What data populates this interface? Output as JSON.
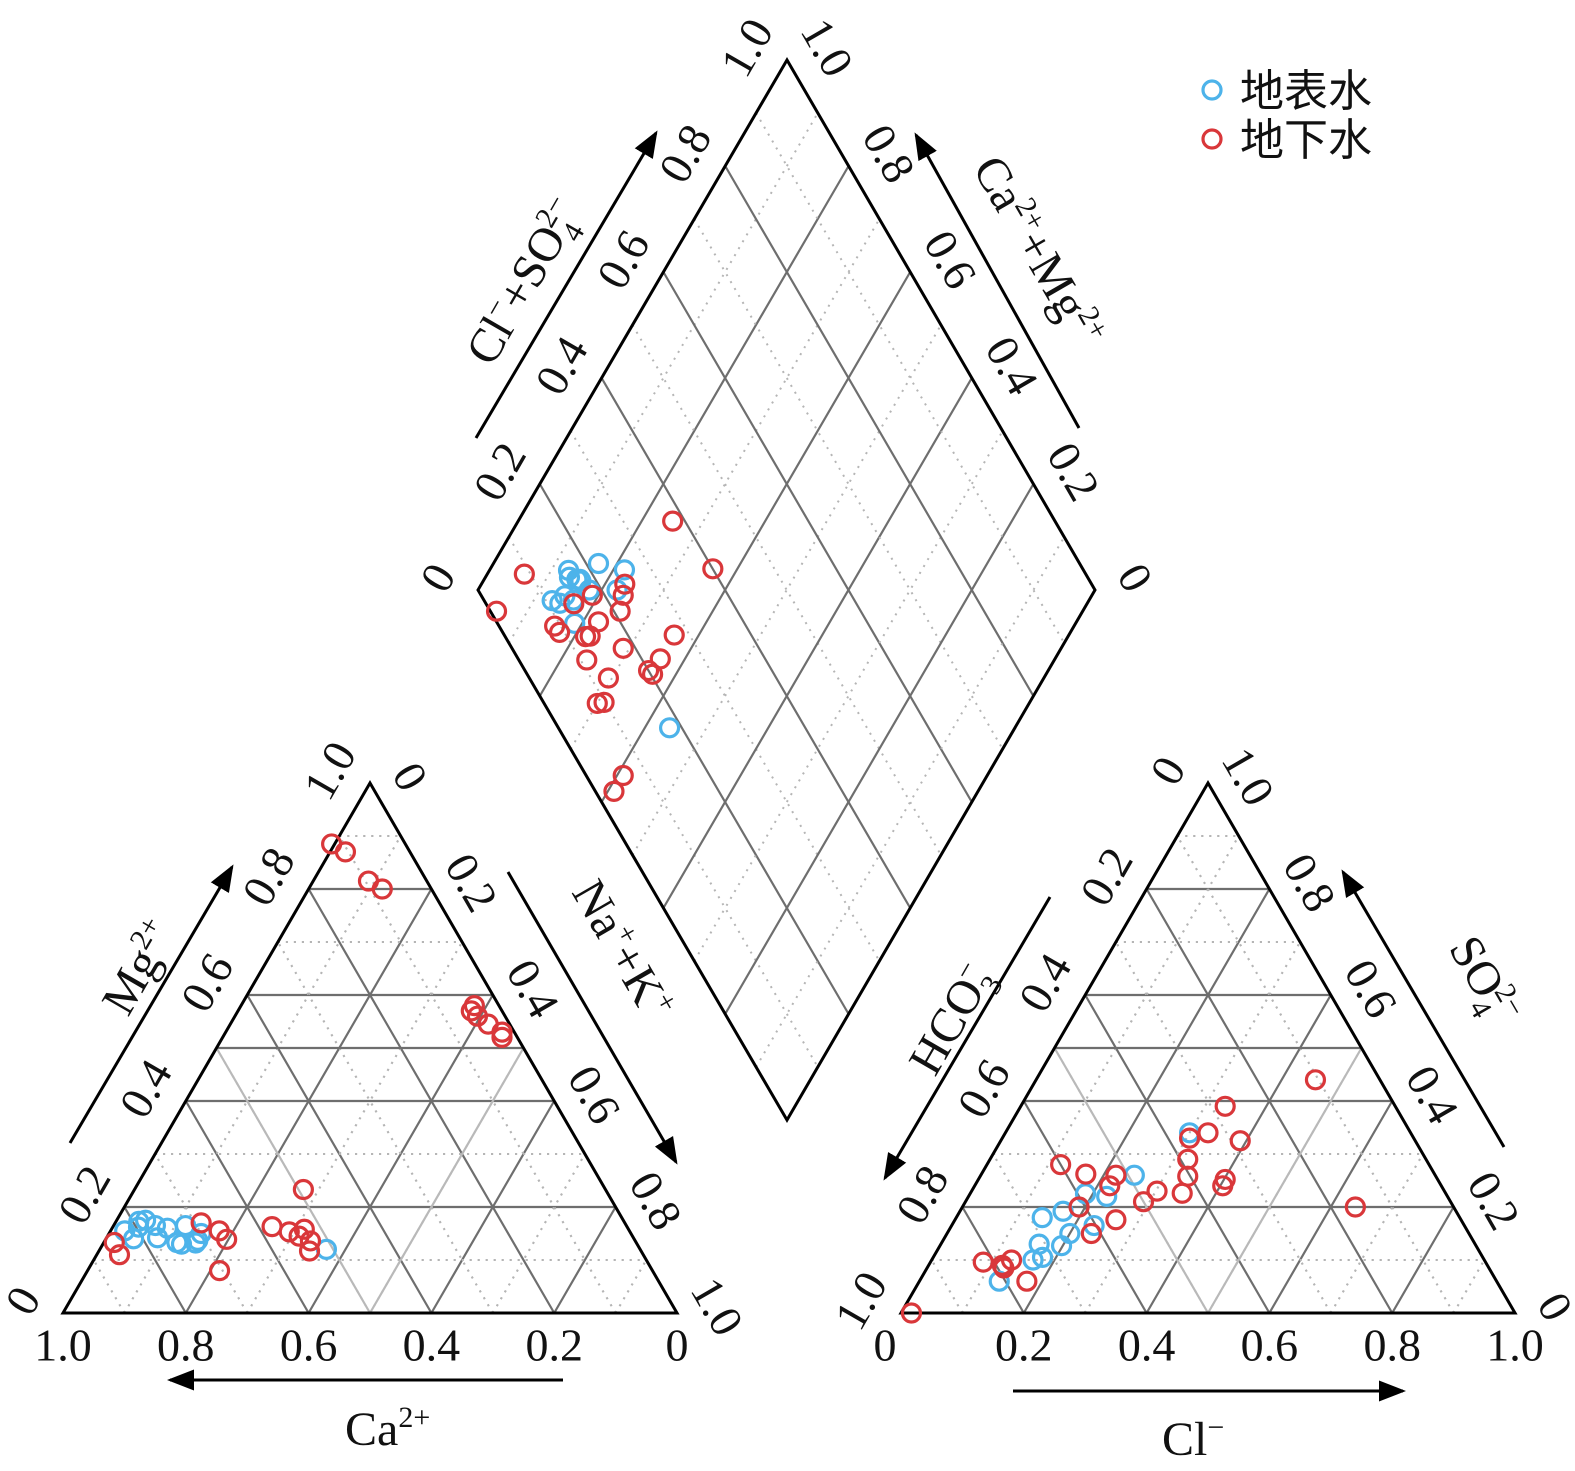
{
  "colors": {
    "surface": "#4db3ea",
    "ground": "#d9373a",
    "major_grid": "#6e6e6e",
    "minor_grid": "#b5b5b5"
  },
  "legend": {
    "items": [
      {
        "key": "surface",
        "label": "地表水",
        "color": "#4db3ea"
      },
      {
        "key": "ground",
        "label": "地下水",
        "color": "#d9373a"
      }
    ]
  },
  "chart_data": [
    {
      "type": "scatter",
      "chart": "cation-ternary",
      "axes": {
        "ca": {
          "title": "Ca",
          "superscript": "2+",
          "ticks": [
            "1.0",
            "0.8",
            "0.6",
            "0.4",
            "0.2",
            "0"
          ]
        },
        "mg": {
          "title": "Mg",
          "superscript": "2+",
          "ticks": [
            "0",
            "0.2",
            "0.4",
            "0.6",
            "0.8",
            "1.0"
          ]
        },
        "na_k": {
          "title_parts": [
            "Na",
            "+",
            "+K",
            "+"
          ],
          "ticks": [
            "0",
            "0.2",
            "0.4",
            "0.6",
            "0.8",
            "1.0"
          ]
        }
      },
      "series": [
        {
          "name": "地表水",
          "points": [
            {
              "ca": 0.815,
              "mg": 0.14
            },
            {
              "ca": 0.822,
              "mg": 0.155
            },
            {
              "ca": 0.796,
              "mg": 0.162
            },
            {
              "ca": 0.79,
              "mg": 0.173
            },
            {
              "ca": 0.778,
              "mg": 0.175
            },
            {
              "ca": 0.767,
              "mg": 0.165
            },
            {
              "ca": 0.775,
              "mg": 0.142
            },
            {
              "ca": 0.75,
              "mg": 0.16
            },
            {
              "ca": 0.748,
              "mg": 0.133
            },
            {
              "ca": 0.742,
              "mg": 0.13
            },
            {
              "ca": 0.718,
              "mg": 0.165
            },
            {
              "ca": 0.718,
              "mg": 0.132
            },
            {
              "ca": 0.712,
              "mg": 0.137
            },
            {
              "ca": 0.7,
              "mg": 0.15
            },
            {
              "ca": 0.511,
              "mg": 0.12
            }
          ]
        },
        {
          "name": "地下水",
          "points": [
            {
              "ca": 0.85,
              "mg": 0.133
            },
            {
              "ca": 0.853,
              "mg": 0.11
            },
            {
              "ca": 0.705,
              "mg": 0.08
            },
            {
              "ca": 0.69,
              "mg": 0.17
            },
            {
              "ca": 0.668,
              "mg": 0.155
            },
            {
              "ca": 0.664,
              "mg": 0.139
            },
            {
              "ca": 0.578,
              "mg": 0.163
            },
            {
              "ca": 0.543,
              "mg": 0.145
            },
            {
              "ca": 0.555,
              "mg": 0.153
            },
            {
              "ca": 0.54,
              "mg": 0.117
            },
            {
              "ca": 0.529,
              "mg": 0.136
            },
            {
              "ca": 0.528,
              "mg": 0.158
            },
            {
              "ca": 0.492,
              "mg": 0.233
            },
            {
              "ca": 0.12,
              "mg": 0.885
            },
            {
              "ca": 0.105,
              "mg": 0.87
            },
            {
              "ca": 0.08,
              "mg": 0.8
            },
            {
              "ca": 0.095,
              "mg": 0.815
            },
            {
              "ca": 0.04,
              "mg": 0.58
            },
            {
              "ca": 0.045,
              "mg": 0.56
            },
            {
              "ca": 0.05,
              "mg": 0.57
            },
            {
              "ca": 0.035,
              "mg": 0.545
            },
            {
              "ca": 0.02,
              "mg": 0.53
            },
            {
              "ca": 0.025,
              "mg": 0.52
            }
          ]
        }
      ]
    },
    {
      "type": "scatter",
      "chart": "anion-ternary",
      "axes": {
        "cl": {
          "title": "Cl",
          "superscript": "−",
          "ticks": [
            "0",
            "0.2",
            "0.4",
            "0.6",
            "0.8",
            "1.0"
          ]
        },
        "hco3": {
          "title_parts": [
            "HCO",
            "3",
            "−"
          ],
          "ticks": [
            "1.0",
            "0.8",
            "0.6",
            "0.4",
            "0.2",
            "0"
          ]
        },
        "so4": {
          "title_parts": [
            "SO",
            "4",
            "2−"
          ],
          "ticks": [
            "0",
            "0.2",
            "0.4",
            "0.6",
            "0.8",
            "1.0"
          ]
        }
      },
      "series": [
        {
          "name": "地表水",
          "points": [
            {
              "cl": 0.13,
              "so4": 0.06
            },
            {
              "cl": 0.165,
              "so4": 0.1
            },
            {
              "cl": 0.16,
              "so4": 0.13
            },
            {
              "cl": 0.178,
              "so4": 0.105
            },
            {
              "cl": 0.14,
              "so4": 0.18
            },
            {
              "cl": 0.168,
              "so4": 0.192
            },
            {
              "cl": 0.2,
              "so4": 0.15
            },
            {
              "cl": 0.198,
              "so4": 0.127
            },
            {
              "cl": 0.188,
              "so4": 0.225
            },
            {
              "cl": 0.232,
              "so4": 0.165
            },
            {
              "cl": 0.225,
              "so4": 0.22
            },
            {
              "cl": 0.25,
              "so4": 0.26
            },
            {
              "cl": 0.3,
              "so4": 0.34
            }
          ]
        },
        {
          "name": "地下水",
          "points": [
            {
              "cl": 0.017,
              "so4": 0.0
            },
            {
              "cl": 0.086,
              "so4": 0.096
            },
            {
              "cl": 0.13,
              "so4": 0.1
            },
            {
              "cl": 0.125,
              "so4": 0.085
            },
            {
              "cl": 0.12,
              "so4": 0.09
            },
            {
              "cl": 0.175,
              "so4": 0.06
            },
            {
              "cl": 0.12,
              "so4": 0.28
            },
            {
              "cl": 0.17,
              "so4": 0.262
            },
            {
              "cl": 0.19,
              "so4": 0.2
            },
            {
              "cl": 0.22,
              "so4": 0.26
            },
            {
              "cl": 0.22,
              "so4": 0.24
            },
            {
              "cl": 0.235,
              "so4": 0.15
            },
            {
              "cl": 0.262,
              "so4": 0.176
            },
            {
              "cl": 0.29,
              "so4": 0.21
            },
            {
              "cl": 0.302,
              "so4": 0.23
            },
            {
              "cl": 0.305,
              "so4": 0.33
            },
            {
              "cl": 0.322,
              "so4": 0.29
            },
            {
              "cl": 0.33,
              "so4": 0.34
            },
            {
              "cl": 0.338,
              "so4": 0.258
            },
            {
              "cl": 0.345,
              "so4": 0.226
            },
            {
              "cl": 0.402,
              "so4": 0.252
            },
            {
              "cl": 0.404,
              "so4": 0.24
            },
            {
              "cl": 0.333,
              "so4": 0.39
            },
            {
              "cl": 0.39,
              "so4": 0.325
            },
            {
              "cl": 0.455,
              "so4": 0.44
            },
            {
              "cl": 0.64,
              "so4": 0.2
            }
          ]
        }
      ]
    },
    {
      "type": "scatter",
      "chart": "piper-diamond",
      "axes": {
        "cl_so4": {
          "title_parts": [
            "Cl",
            "−",
            "+SO",
            "4",
            "2−"
          ],
          "ticks": [
            "0",
            "0.2",
            "0.4",
            "0.6",
            "0.8",
            "1.0"
          ]
        },
        "ca_mg": {
          "title_parts": [
            "Ca",
            "2+",
            "+Mg",
            "2+"
          ],
          "ticks": [
            "0",
            "0.2",
            "0.4",
            "0.6",
            "0.8",
            "1.0"
          ]
        }
      },
      "series": [
        {
          "name": "地表水",
          "points": [
            {
              "cl_so4": 0.256,
              "ca_mg": 0.782
            },
            {
              "cl_so4": 0.225,
              "ca_mg": 0.775
            },
            {
              "cl_so4": 0.22,
              "ca_mg": 0.83
            },
            {
              "cl_so4": 0.18,
              "ca_mg": 0.82
            },
            {
              "cl_so4": 0.175,
              "ca_mg": 0.842
            },
            {
              "cl_so4": 0.175,
              "ca_mg": 0.845
            },
            {
              "cl_so4": 0.17,
              "ca_mg": 0.85
            },
            {
              "cl_so4": 0.165,
              "ca_mg": 0.872
            },
            {
              "cl_so4": 0.16,
              "ca_mg": 0.864
            },
            {
              "cl_so4": 0.145,
              "ca_mg": 0.836
            },
            {
              "cl_so4": 0.135,
              "ca_mg": 0.854
            },
            {
              "cl_so4": 0.125,
              "ca_mg": 0.812
            },
            {
              "cl_so4": 0.12,
              "ca_mg": 0.855
            },
            {
              "cl_so4": 0.11,
              "ca_mg": 0.87
            },
            {
              "cl_so4": 0.18,
              "ca_mg": 0.56
            }
          ]
        },
        {
          "name": "地下水",
          "points": [
            {
              "cl_so4": 0.38,
              "ca_mg": 0.75
            },
            {
              "cl_so4": 0.275,
              "ca_mg": 0.64
            },
            {
              "cl_so4": 0.243,
              "ca_mg": 0.768
            },
            {
              "cl_so4": 0.23,
              "ca_mg": 0.76
            },
            {
              "cl_so4": 0.23,
              "ca_mg": 0.64
            },
            {
              "cl_so4": 0.21,
              "ca_mg": 0.75
            },
            {
              "cl_so4": 0.203,
              "ca_mg": 0.638
            },
            {
              "cl_so4": 0.2,
              "ca_mg": 0.648
            },
            {
              "cl_so4": 0.18,
              "ca_mg": 0.81
            },
            {
              "cl_so4": 0.18,
              "ca_mg": 0.71
            },
            {
              "cl_so4": 0.165,
              "ca_mg": 0.775
            },
            {
              "cl_so4": 0.142,
              "ca_mg": 0.832
            },
            {
              "cl_so4": 0.138,
              "ca_mg": 0.775
            },
            {
              "cl_so4": 0.13,
              "ca_mg": 0.782
            },
            {
              "cl_so4": 0.11,
              "ca_mg": 0.758
            },
            {
              "cl_so4": 0.09,
              "ca_mg": 0.94
            },
            {
              "cl_so4": 0.092,
              "ca_mg": 0.828
            },
            {
              "cl_so4": 0.09,
              "ca_mg": 0.842
            },
            {
              "cl_so4": 0.098,
              "ca_mg": 0.69
            },
            {
              "cl_so4": 0.086,
              "ca_mg": 0.7
            },
            {
              "cl_so4": 0.01,
              "ca_mg": 0.95
            },
            {
              "cl_so4": 0.06,
              "ca_mg": 0.59
            },
            {
              "cl_so4": 0.03,
              "ca_mg": 0.59
            },
            {
              "cl_so4": 0.4,
              "ca_mg": 0.64
            },
            {
              "cl_so4": 0.128,
              "ca_mg": 0.706
            }
          ]
        }
      ]
    }
  ]
}
